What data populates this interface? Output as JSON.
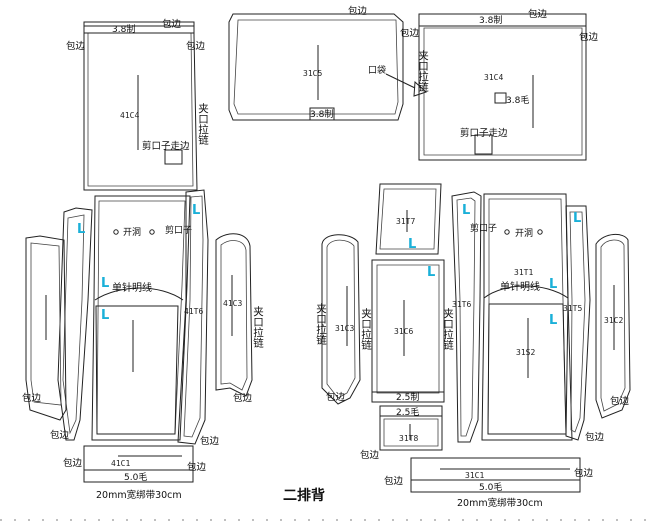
{
  "title": "二排背",
  "labels": {
    "binding": "包边",
    "binding_strip": "20mm宽绑带30cm",
    "clip_zipper": "夹口拉链",
    "cut_notch": "剪口子走边",
    "cut_notch_short": "剪口子",
    "vent": "开洞",
    "single_topstitch": "单针明线",
    "mouth_edge": "口袋",
    "l_tag": "L"
  },
  "measures": {
    "m38_cut": "3.8制",
    "m38_raw": "3.8毛",
    "m25_cut": "2.5制",
    "m25_raw": "2.5毛",
    "m50_raw": "5.0毛"
  },
  "codes": [
    "31C5",
    "31C4",
    "41C4",
    "31T7",
    "41C3",
    "41T6",
    "31C3",
    "31C6",
    "31T6",
    "31T1",
    "31T5",
    "31C2",
    "31S2",
    "31T8",
    "41C1",
    "31C1"
  ],
  "colors": {
    "line": "#222222",
    "l_tag": "#1ab0d8",
    "hatch": "#888888"
  }
}
